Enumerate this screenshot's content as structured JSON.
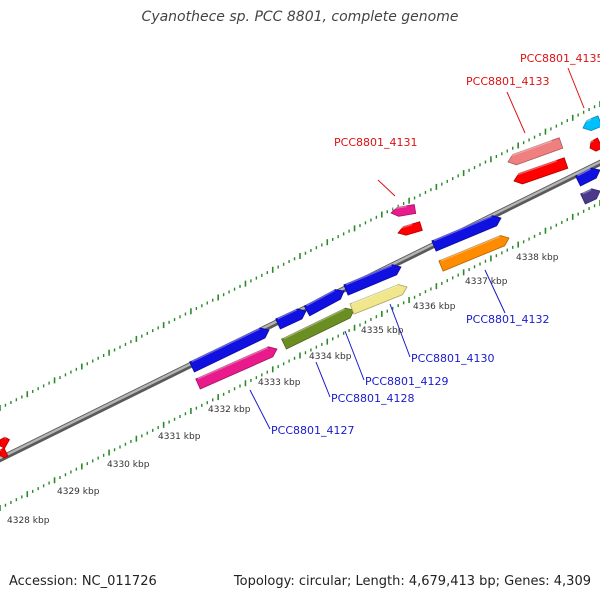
{
  "title": "Cyanothece sp. PCC 8801, complete genome",
  "footer": {
    "accession": "Accession: NC_011726",
    "stats": "Topology: circular; Length: 4,679,413 bp; Genes: 4,309"
  },
  "colors": {
    "forward_label": "#1a1acc",
    "reverse_label": "#dd1111",
    "tick": "#2a8a2a",
    "backbone": "#808080"
  },
  "ruler_labels": [
    "4328 kbp",
    "4329 kbp",
    "4330 kbp",
    "4331 kbp",
    "4332 kbp",
    "4333 kbp",
    "4334 kbp",
    "4335 kbp",
    "4336 kbp",
    "4337 kbp",
    "4338 kbp"
  ],
  "genes": [
    {
      "label": "PCC8801_4127",
      "strand": "forward",
      "color": "#e81a8c"
    },
    {
      "label": "PCC8801_4128",
      "strand": "forward",
      "color": "#6b8e23"
    },
    {
      "label": "PCC8801_4129",
      "strand": "forward",
      "color": "#1010e0"
    },
    {
      "label": "PCC8801_4130",
      "strand": "forward",
      "color": "#f0e68c"
    },
    {
      "label": "PCC8801_4131",
      "strand": "reverse",
      "color": "#e81a8c"
    },
    {
      "label": "PCC8801_4132",
      "strand": "forward",
      "color": "#ff8c00"
    },
    {
      "label": "PCC8801_4133",
      "strand": "reverse",
      "color": "#f08080"
    },
    {
      "label": "PCC8801_4135",
      "strand": "reverse",
      "color": "#00bfff"
    }
  ]
}
